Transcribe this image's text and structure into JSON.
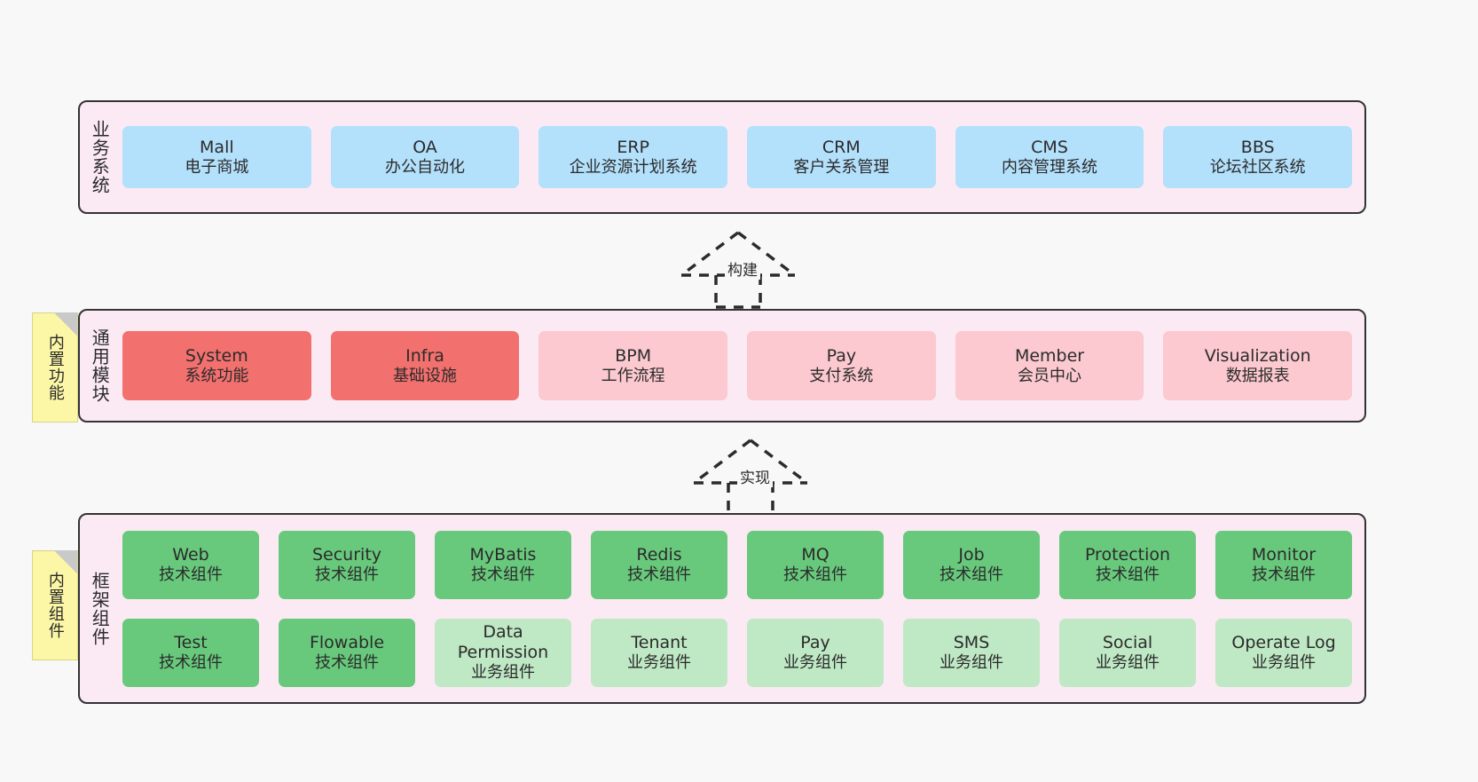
{
  "layers": {
    "business": {
      "title": "业务系统",
      "cards": [
        {
          "name": "Mall",
          "desc": "电子商城"
        },
        {
          "name": "OA",
          "desc": "办公自动化"
        },
        {
          "name": "ERP",
          "desc": "企业资源计划系统"
        },
        {
          "name": "CRM",
          "desc": "客户关系管理"
        },
        {
          "name": "CMS",
          "desc": "内容管理系统"
        },
        {
          "name": "BBS",
          "desc": "论坛社区系统"
        }
      ]
    },
    "modules": {
      "title": "通用模块",
      "note": "内置功能",
      "cards": [
        {
          "name": "System",
          "desc": "系统功能",
          "tone": "c-red"
        },
        {
          "name": "Infra",
          "desc": "基础设施",
          "tone": "c-red"
        },
        {
          "name": "BPM",
          "desc": "工作流程",
          "tone": "c-pink"
        },
        {
          "name": "Pay",
          "desc": "支付系统",
          "tone": "c-pink"
        },
        {
          "name": "Member",
          "desc": "会员中心",
          "tone": "c-pink"
        },
        {
          "name": "Visualization",
          "desc": "数据报表",
          "tone": "c-pink"
        }
      ]
    },
    "framework": {
      "title": "框架组件",
      "note": "内置组件",
      "row1": [
        {
          "name": "Web",
          "desc": "技术组件",
          "tone": "c-green"
        },
        {
          "name": "Security",
          "desc": "技术组件",
          "tone": "c-green"
        },
        {
          "name": "MyBatis",
          "desc": "技术组件",
          "tone": "c-green"
        },
        {
          "name": "Redis",
          "desc": "技术组件",
          "tone": "c-green"
        },
        {
          "name": "MQ",
          "desc": "技术组件",
          "tone": "c-green"
        },
        {
          "name": "Job",
          "desc": "技术组件",
          "tone": "c-green"
        },
        {
          "name": "Protection",
          "desc": "技术组件",
          "tone": "c-green"
        },
        {
          "name": "Monitor",
          "desc": "技术组件",
          "tone": "c-green"
        }
      ],
      "row2": [
        {
          "name": "Test",
          "desc": "技术组件",
          "tone": "c-green"
        },
        {
          "name": "Flowable",
          "desc": "技术组件",
          "tone": "c-green"
        },
        {
          "name": "Data Permission",
          "desc": "业务组件",
          "tone": "c-greenlight"
        },
        {
          "name": "Tenant",
          "desc": "业务组件",
          "tone": "c-greenlight"
        },
        {
          "name": "Pay",
          "desc": "业务组件",
          "tone": "c-greenlight"
        },
        {
          "name": "SMS",
          "desc": "业务组件",
          "tone": "c-greenlight"
        },
        {
          "name": "Social",
          "desc": "业务组件",
          "tone": "c-greenlight"
        },
        {
          "name": "Operate Log",
          "desc": "业务组件",
          "tone": "c-greenlight"
        }
      ]
    }
  },
  "connectors": [
    {
      "id": "build",
      "label": "构建"
    },
    {
      "id": "implement",
      "label": "实现"
    }
  ],
  "colors": {
    "panel_bg": "#fbeaf4",
    "panel_border": "#333333",
    "canvas_bg": "#f8f8f8",
    "blue": "#b3e0fb",
    "red": "#f2706e",
    "pink": "#fbc9cf",
    "green": "#68c97c",
    "green_light": "#bfe8c5",
    "note_yellow": "#fcf7a6"
  }
}
